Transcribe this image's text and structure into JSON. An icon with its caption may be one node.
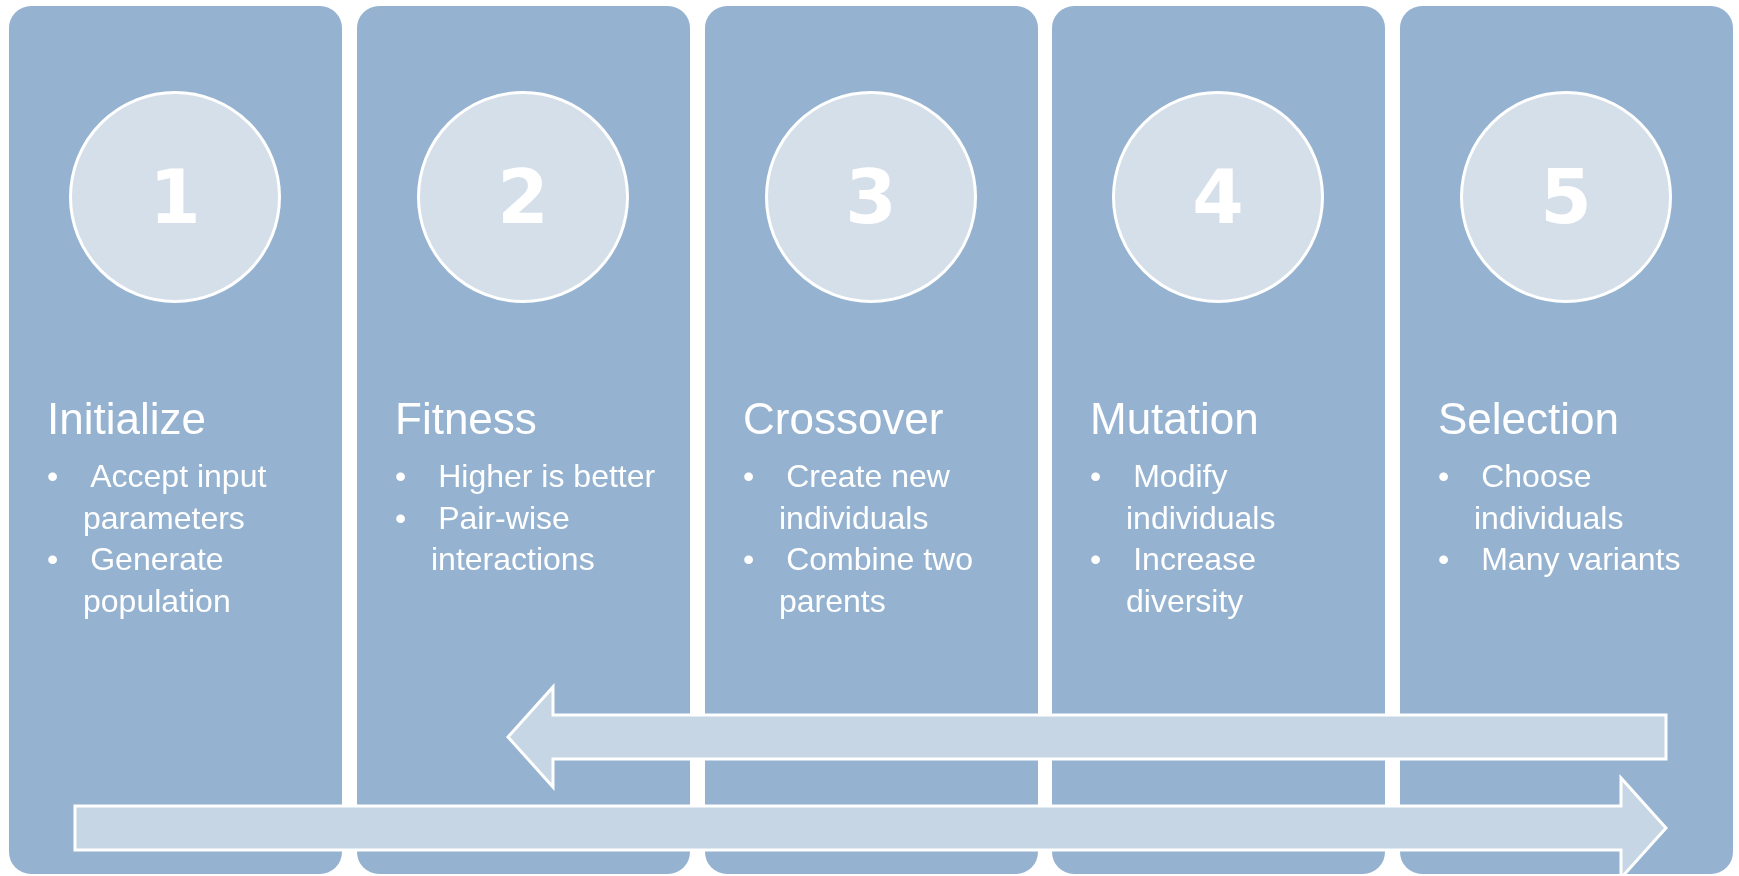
{
  "diagram": {
    "nodes": [
      {
        "text": [
          "Initialize",
          "• Accept input parameters",
          "• Generate population"
        ]
      },
      {
        "text": [
          "1"
        ],
        "in": 0
      },
      {
        "text": [
          "Fitness",
          "• Higher is better",
          "• Pair-wise interactions"
        ]
      },
      {
        "text": [
          "2"
        ],
        "in": 2
      },
      {
        "text": [
          "Crossover",
          "• Create new individuals",
          "• Combine two parents"
        ]
      },
      {
        "text": [
          "3"
        ],
        "in": 4
      },
      {
        "text": [
          "Mutation",
          "• Modify individuals",
          "• Increase diversity"
        ]
      },
      {
        "text": [
          "4"
        ],
        "in": 6
      },
      {
        "text": [
          "Selection",
          "• Choose individuals",
          "• Many variants"
        ]
      },
      {
        "text": [
          "5"
        ],
        "in": 8
      }
    ],
    "edges": [
      {
        "from": 8,
        "to": 2,
        "arrow": "to",
        "style": "thick"
      },
      {
        "from": 0,
        "to": 8,
        "arrow": "to",
        "style": "thick"
      }
    ]
  }
}
